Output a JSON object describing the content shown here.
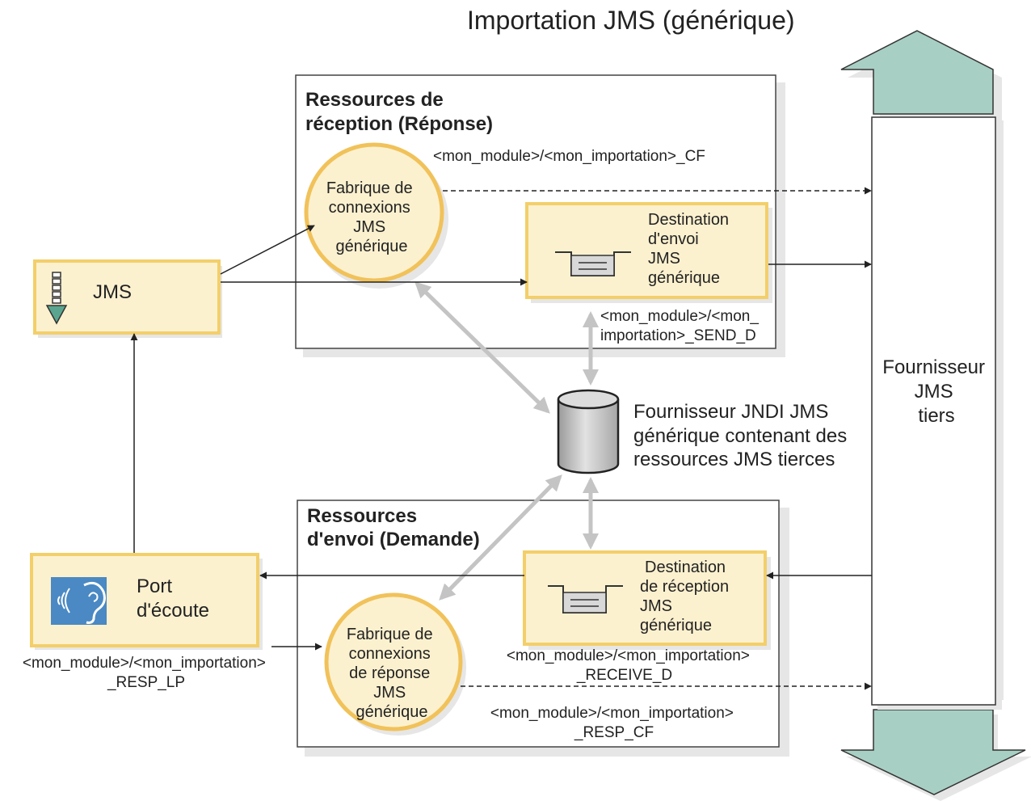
{
  "title": "Importation JMS (générique)",
  "reception_group": {
    "heading_line1": "Ressources de",
    "heading_line2": "réception (Réponse)",
    "cf_label": "<mon_module>/<mon_importation>_CF",
    "cf_node": [
      "Fabrique de",
      "connexions",
      "JMS",
      "générique"
    ],
    "send_dest_node": [
      "Destination",
      "d'envoi",
      "JMS",
      "générique"
    ],
    "send_dest_label_line1": "<mon_module>/<mon_",
    "send_dest_label_line2": "importation>_SEND_D"
  },
  "send_group": {
    "heading_line1": "Ressources",
    "heading_line2": "d'envoi (Demande)",
    "recv_dest_node": [
      "Destination",
      "de réception",
      "JMS",
      "générique"
    ],
    "recv_dest_label_line1": "<mon_module>/<mon_importation>",
    "recv_dest_label_line2": "_RECEIVE_D",
    "resp_cf_node": [
      "Fabrique de",
      "connexions",
      "de réponse",
      "JMS",
      "générique"
    ],
    "resp_cf_label_line1": "<mon_module>/<mon_importation>",
    "resp_cf_label_line2": "_RESP_CF"
  },
  "jms_node": {
    "label": "JMS"
  },
  "listener_node": {
    "label_line1": "Port",
    "label_line2": "d'écoute",
    "label_below_line1": "<mon_module>/<mon_importation>",
    "label_below_line2": "_RESP_LP"
  },
  "jndi_provider": [
    "Fournisseur JNDI JMS",
    "générique contenant des",
    "ressources JMS tierces"
  ],
  "third_party_provider": [
    "Fournisseur",
    "JMS",
    "tiers"
  ],
  "colors": {
    "node_fill": "#fcf1cf",
    "node_border": "#f3cf6a",
    "circle_border": "#f1c25a",
    "arrow_teal": "#a8cfc4",
    "connector_gray": "#c4c4c4",
    "shadow": "#e6e6e6",
    "icon_blue": "#4a89c3"
  },
  "icons": [
    "jms-download-icon",
    "listener-ear-icon",
    "queue-icon",
    "database-icon"
  ]
}
